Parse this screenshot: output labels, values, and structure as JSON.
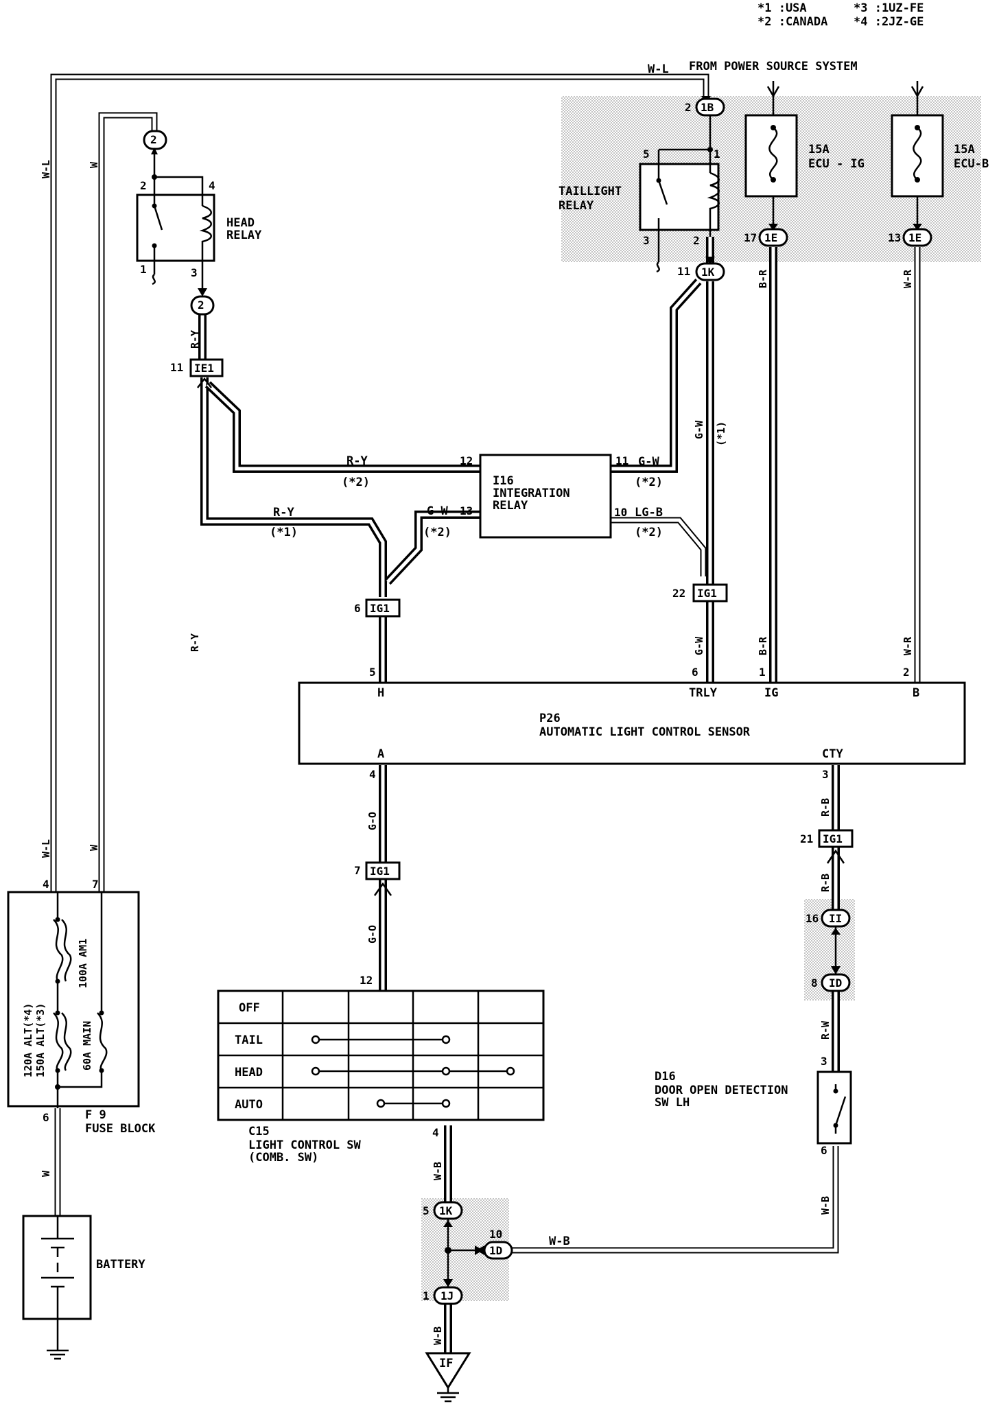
{
  "legend": {
    "n1": "*1 :USA",
    "n2": "*2 :CANADA",
    "n3": "*3 :1UZ-FE",
    "n4": "*4 :2JZ-GE"
  },
  "power_source": "FROM POWER SOURCE SYSTEM",
  "fuse_ecu_ig": {
    "amp": "15A",
    "name": "ECU - IG"
  },
  "fuse_ecu_b": {
    "amp": "15A",
    "name": "ECU-B"
  },
  "taillight_relay": {
    "line1": "TAILLIGHT",
    "line2": "RELAY"
  },
  "head_relay": {
    "line1": "HEAD",
    "line2": "RELAY"
  },
  "integration_relay": {
    "line1": "I16",
    "line2": "INTEGRATION",
    "line3": "RELAY"
  },
  "sensor": {
    "code": "P26",
    "name": "AUTOMATIC LIGHT CONTROL SENSOR",
    "t_h": "H",
    "t_trly": "TRLY",
    "t_ig": "IG",
    "t_b": "B",
    "t_a": "A",
    "t_cty": "CTY"
  },
  "fuse_block": {
    "code": "F 9",
    "name": "FUSE BLOCK",
    "am1": "100A AM1",
    "alt1": "120A ALT(*4)",
    "alt2": "150A ALT(*3)",
    "main": "60A MAIN"
  },
  "battery": "BATTERY",
  "light_sw": {
    "code": "C15",
    "name": "LIGHT CONTROL SW",
    "sub": "(COMB. SW)",
    "rows": [
      "OFF",
      "TAIL",
      "HEAD",
      "AUTO"
    ]
  },
  "door_sw": {
    "code": "D16",
    "name": "DOOR OPEN DETECTION",
    "sub": "SW LH"
  },
  "ground": "IF",
  "connectors": {
    "c_2": "2",
    "c_1b": "1B",
    "c_1e": "1E",
    "c_1k": "1K",
    "c_ie1": "IE1",
    "c_ig1": "IG1",
    "c_ii": "II",
    "c_id": "ID",
    "c_1j": "1J",
    "c_1d": "1D"
  },
  "wires": {
    "wl": "W-L",
    "w": "W",
    "ry": "R-Y",
    "gw": "G-W",
    "lgb": "LG-B",
    "br": "B-R",
    "wr": "W-R",
    "go": "G-O",
    "rb": "R-B",
    "rw": "R-W",
    "wb": "W-B",
    "n1": "(*1)",
    "n2": "(*2)"
  },
  "pins": {
    "p1": "1",
    "p2": "2",
    "p3": "3",
    "p4": "4",
    "p5": "5",
    "p6": "6",
    "p7": "7",
    "p8": "8",
    "p10": "10",
    "p11": "11",
    "p12": "12",
    "p13": "13",
    "p16": "16",
    "p17": "17",
    "p21": "21",
    "p22": "22"
  }
}
